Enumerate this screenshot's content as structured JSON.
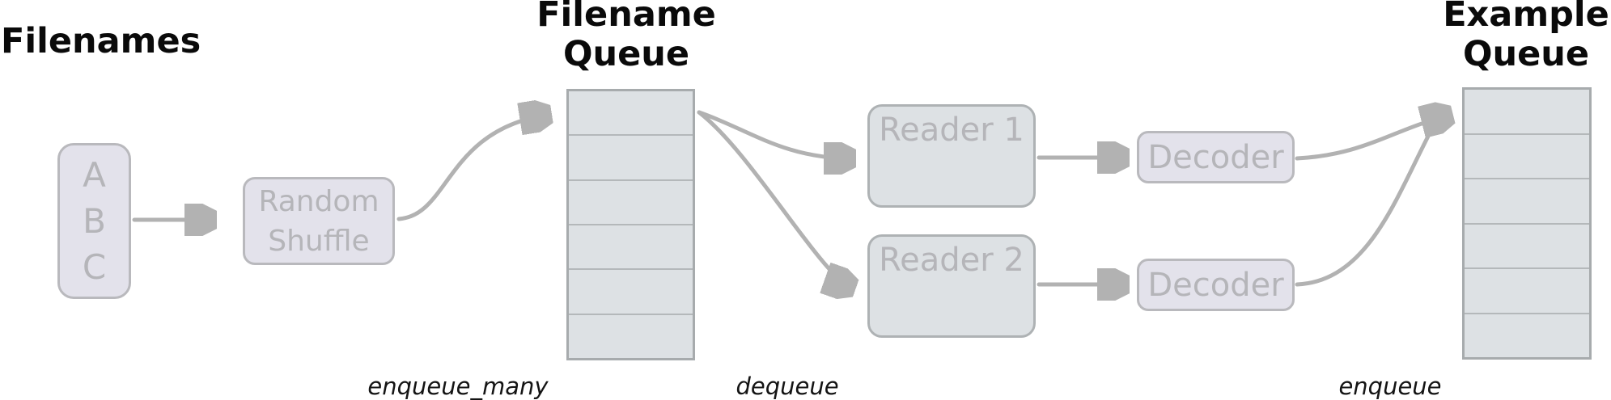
{
  "titles": {
    "filenames": "Filenames",
    "filename_queue": "Filename\nQueue",
    "example_queue": "Example\nQueue"
  },
  "nodes": {
    "filenames": {
      "items": [
        "A",
        "B",
        "C"
      ]
    },
    "random_shuffle": {
      "label": "Random\nShuffle"
    },
    "reader1": {
      "label": "Reader 1"
    },
    "reader2": {
      "label": "Reader 2"
    },
    "decoder1": {
      "label": "Decoder"
    },
    "decoder2": {
      "label": "Decoder"
    }
  },
  "queues": {
    "filename": {
      "cell_count": 6
    },
    "example": {
      "cell_count": 6
    }
  },
  "operations": {
    "enqueue_many": "enqueue_many",
    "dequeue": "dequeue",
    "enqueue": "enqueue"
  },
  "colors": {
    "title_text": "#0a0a0a",
    "box_text": "#b5b5b9",
    "lavender_fill": "#e3e2eb",
    "lavender_border": "#b9b9bd",
    "gray_fill": "#dde1e4",
    "gray_border": "#aeb2b4",
    "queue_border": "#a7abad",
    "queue_cell_line": "#b4b8ba",
    "arrow": "#b2b2b2",
    "label_text": "#141414",
    "background": "#ffffff"
  }
}
